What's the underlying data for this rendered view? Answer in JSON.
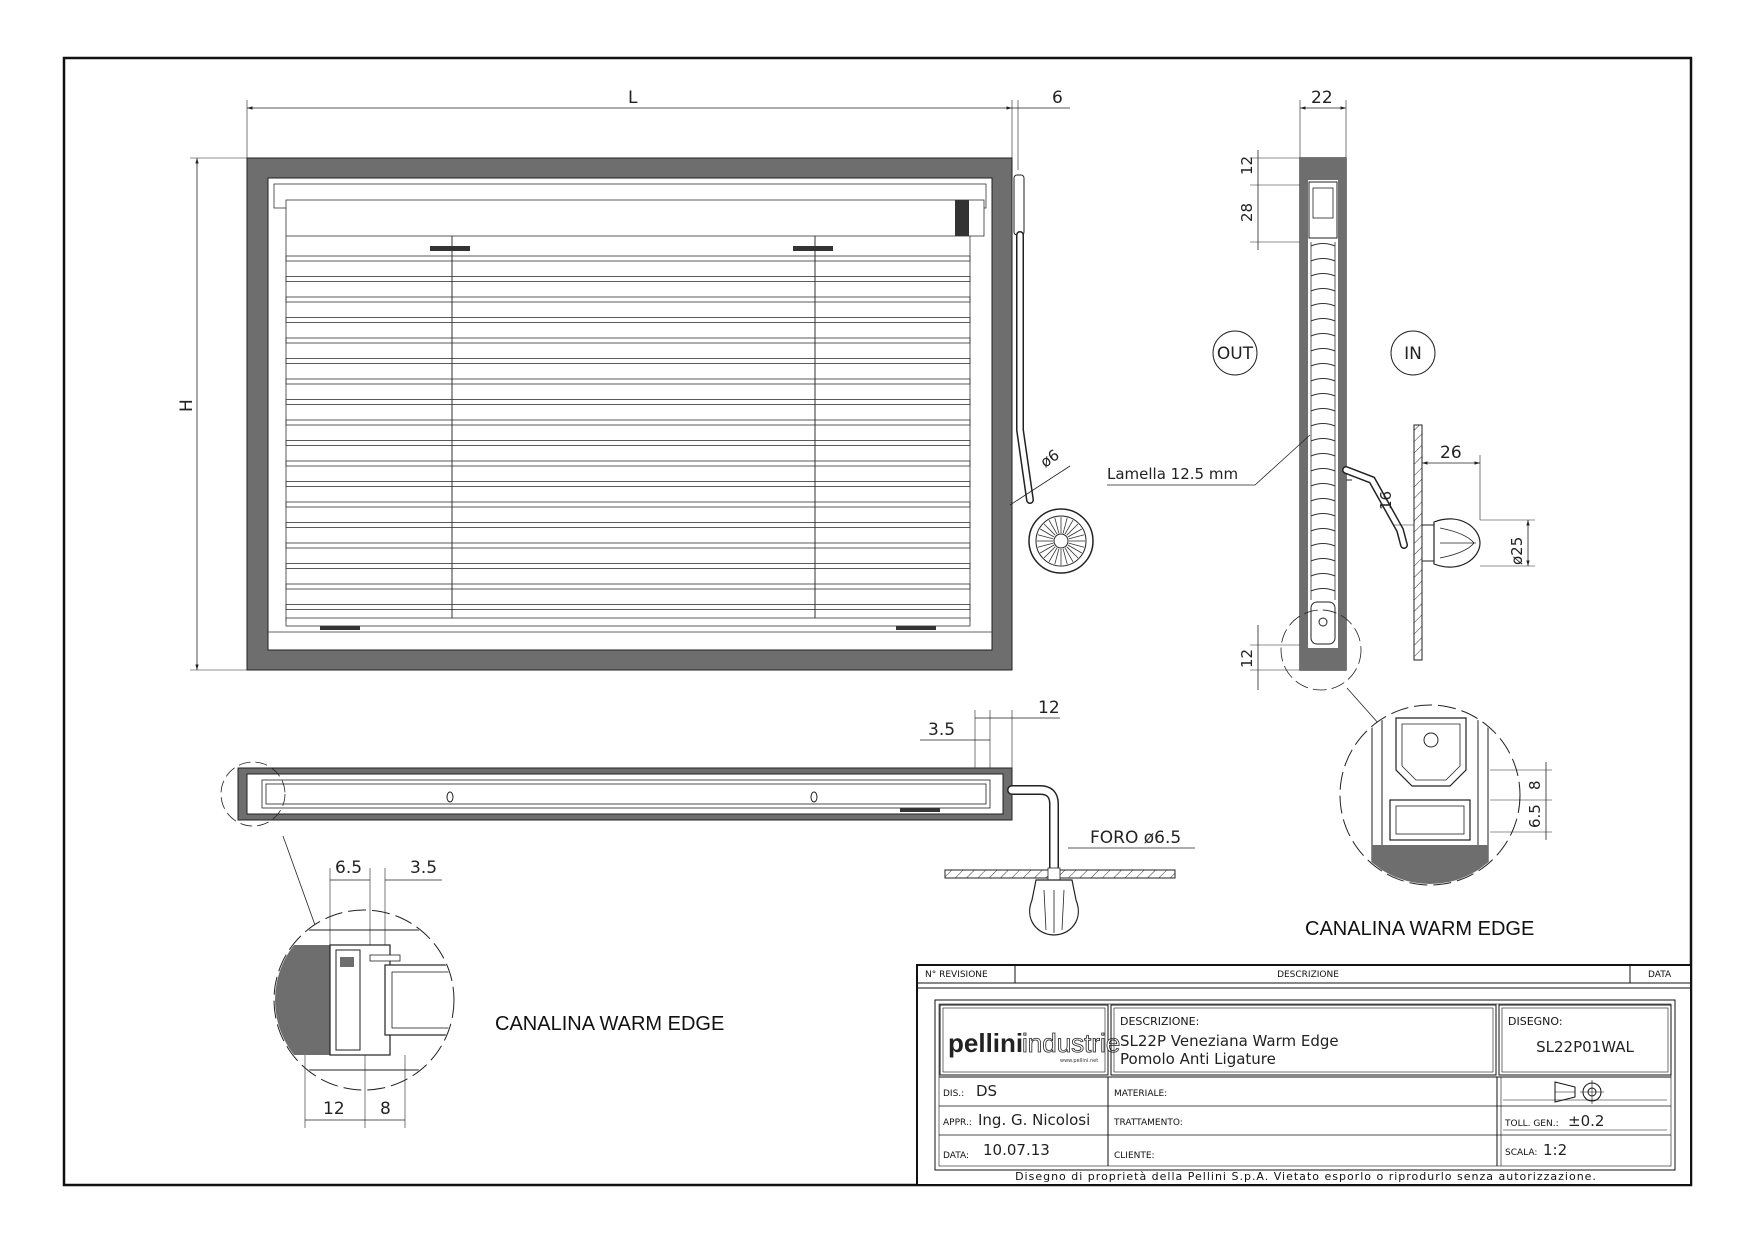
{
  "front_view": {
    "dim_width": "L",
    "dim_height": "H",
    "dim_offset": "6",
    "dim_rod": "ø6"
  },
  "side_view": {
    "dim_depth": "22",
    "dim_top_a": "12",
    "dim_top_b": "28",
    "dim_bottom": "12",
    "dim_knob_depth": "26",
    "dim_knob_offset": "16",
    "dim_knob_dia": "ø25",
    "label_out": "OUT",
    "label_in": "IN",
    "label_slat": "Lamella 12.5 mm"
  },
  "detail_right": {
    "dim_a": "8",
    "dim_b": "6.5",
    "caption": "CANALINA WARM EDGE"
  },
  "plan_view": {
    "dim_a": "3.5",
    "dim_b": "12",
    "label_hole": "FORO ø6.5"
  },
  "detail_left": {
    "dim_a": "6.5",
    "dim_b": "3.5",
    "dim_c": "12",
    "dim_d": "8",
    "caption": "CANALINA WARM EDGE"
  },
  "title_block": {
    "rev_header": "N° REVISIONE",
    "desc_header": "DESCRIZIONE",
    "date_header": "DATA",
    "logo_main": "pellini",
    "logo_sub": "industrie",
    "logo_url": "www.pellini.net",
    "desc_label": "DESCRIZIONE:",
    "desc_line1": "SL22P Veneziana Warm Edge",
    "desc_line2": "Pomolo Anti Ligature",
    "drawing_label": "DISEGNO:",
    "drawing_number": "SL22P01WAL",
    "dis_label": "DIS.:",
    "dis_value": "DS",
    "material_label": "MATERIALE:",
    "appr_label": "APPR.:",
    "appr_value": "Ing. G. Nicolosi",
    "treatment_label": "TRATTAMENTO:",
    "tol_label": "TOLL. GEN.:",
    "tol_value": "±0.2",
    "date_label": "DATA:",
    "date_value": "10.07.13",
    "client_label": "CLIENTE:",
    "scale_label": "SCALA:",
    "scale_value": "1:2",
    "footer": "Disegno di proprietà della Pellini S.p.A. Vietato esporlo o riprodurlo senza autorizzazione."
  }
}
